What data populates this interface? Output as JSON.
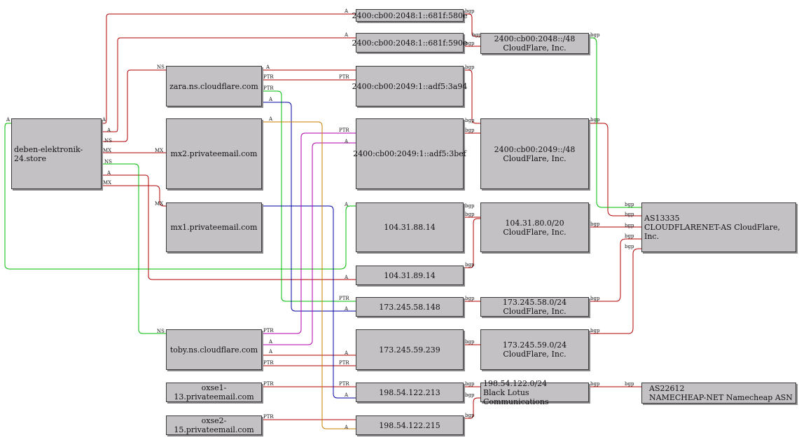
{
  "nodes": {
    "store": "deben-elektronik-24.store",
    "zara": "zara.ns.cloudflare.com",
    "mx2": "mx2.privateemail.com",
    "mx1": "mx1.privateemail.com",
    "toby": "toby.ns.cloudflare.com",
    "oxse1": "oxse1-13.privateemail.com",
    "oxse2": "oxse2-15.privateemail.com",
    "ip6_580e": "2400:cb00:2048:1::681f:580e",
    "ip6_590e": "2400:cb00:2048:1::681f:590e",
    "ip6_3a94": "2400:cb00:2049:1::adf5:3a94",
    "ip6_3bef": "2400:cb00:2049:1::adf5:3bef",
    "ip_88": "104.31.88.14",
    "ip_89": "104.31.89.14",
    "ip_58": "173.245.58.148",
    "ip_59": "173.245.59.239",
    "ip_213": "198.54.122.213",
    "ip_215": "198.54.122.215",
    "pfx_2048": {
      "line1": "2400:cb00:2048::/48",
      "line2": "CloudFlare, Inc."
    },
    "pfx_2049": {
      "line1": "2400:cb00:2049::/48",
      "line2": "CloudFlare, Inc."
    },
    "pfx_104": {
      "line1": "104.31.80.0/20",
      "line2": "CloudFlare, Inc."
    },
    "pfx_173_58": {
      "line1": "173.245.58.0/24",
      "line2": "CloudFlare, Inc."
    },
    "pfx_173_59": {
      "line1": "173.245.59.0/24",
      "line2": "CloudFlare, Inc."
    },
    "pfx_198": {
      "line1": "198.54.122.0/24",
      "line2": "Black Lotus Communications"
    },
    "as13335": {
      "line1": "AS13335",
      "line2": "CLOUDFLARENET-AS CloudFlare, Inc."
    },
    "as22612": {
      "line1": "AS22612",
      "line2": "NAMECHEAP-NET Namecheap ASN"
    }
  },
  "edge_labels": {
    "a": "A",
    "ns": "NS",
    "mx": "MX",
    "ptr": "PTR",
    "bgp": "bgp"
  },
  "colors": {
    "red": "#b00000",
    "green": "#00bb00",
    "blue": "#0000a0",
    "magenta": "#b000b0",
    "orange": "#c88000",
    "node_fill": "#c4c1c4"
  }
}
